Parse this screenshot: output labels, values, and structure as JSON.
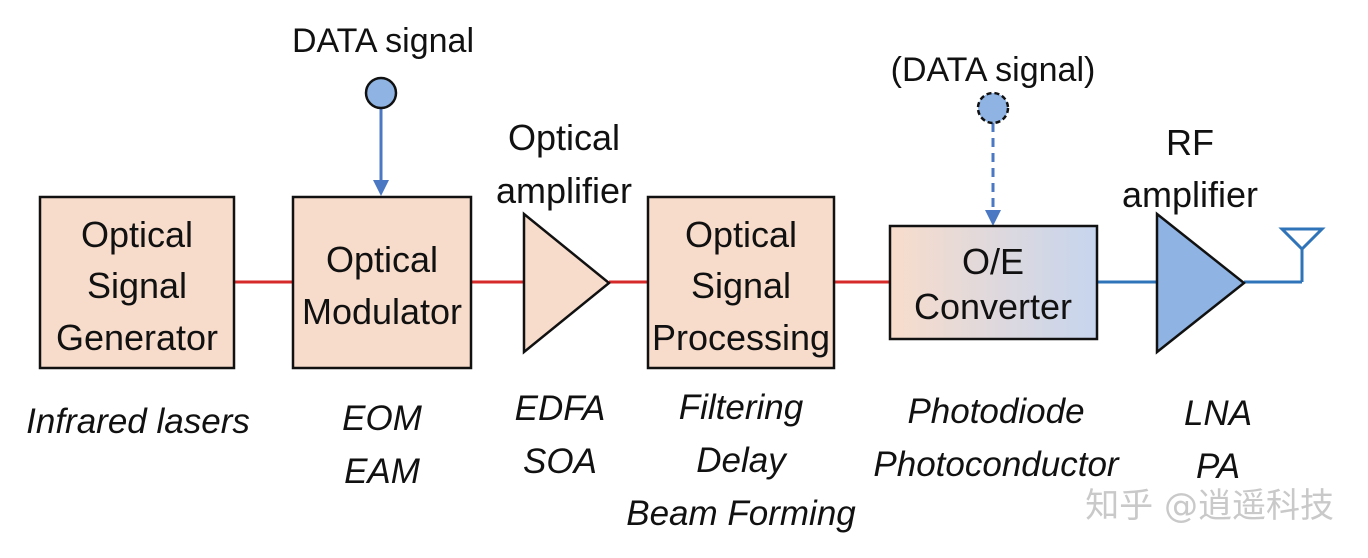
{
  "colors": {
    "box_fill": "#f8dccb",
    "box_stroke": "#111111",
    "optical_line": "#d62a2a",
    "electrical_line": "#2f73b8",
    "arrow": "#4a78c2",
    "node_fill": "#8fb4e3",
    "rf_amp_fill": "#8fb4e3",
    "edfa_fill": "#f8dccb"
  },
  "signals": {
    "data_signal": "DATA signal",
    "data_signal_optional": "(DATA signal)"
  },
  "blocks": {
    "generator": {
      "lines": [
        "Optical",
        "Signal",
        "Generator"
      ],
      "examples": [
        "Infrared lasers"
      ]
    },
    "modulator": {
      "lines": [
        "Optical",
        "Modulator"
      ],
      "examples": [
        "EOM",
        "EAM"
      ]
    },
    "optical_amp": {
      "title": [
        "Optical",
        "amplifier"
      ],
      "examples": [
        "EDFA",
        "SOA"
      ]
    },
    "processing": {
      "lines": [
        "Optical",
        "Signal",
        "Processing"
      ],
      "examples": [
        "Filtering",
        "Delay",
        "Beam Forming"
      ]
    },
    "oe_converter": {
      "lines": [
        "O/E",
        "Converter"
      ],
      "examples": [
        "Photodiode",
        "Photoconductor"
      ]
    },
    "rf_amp": {
      "title": [
        "RF",
        "amplifier"
      ],
      "examples": [
        "LNA",
        "PA"
      ]
    }
  },
  "icons": {
    "antenna": "antenna-icon"
  },
  "watermark": "知乎 @逍遥科技"
}
